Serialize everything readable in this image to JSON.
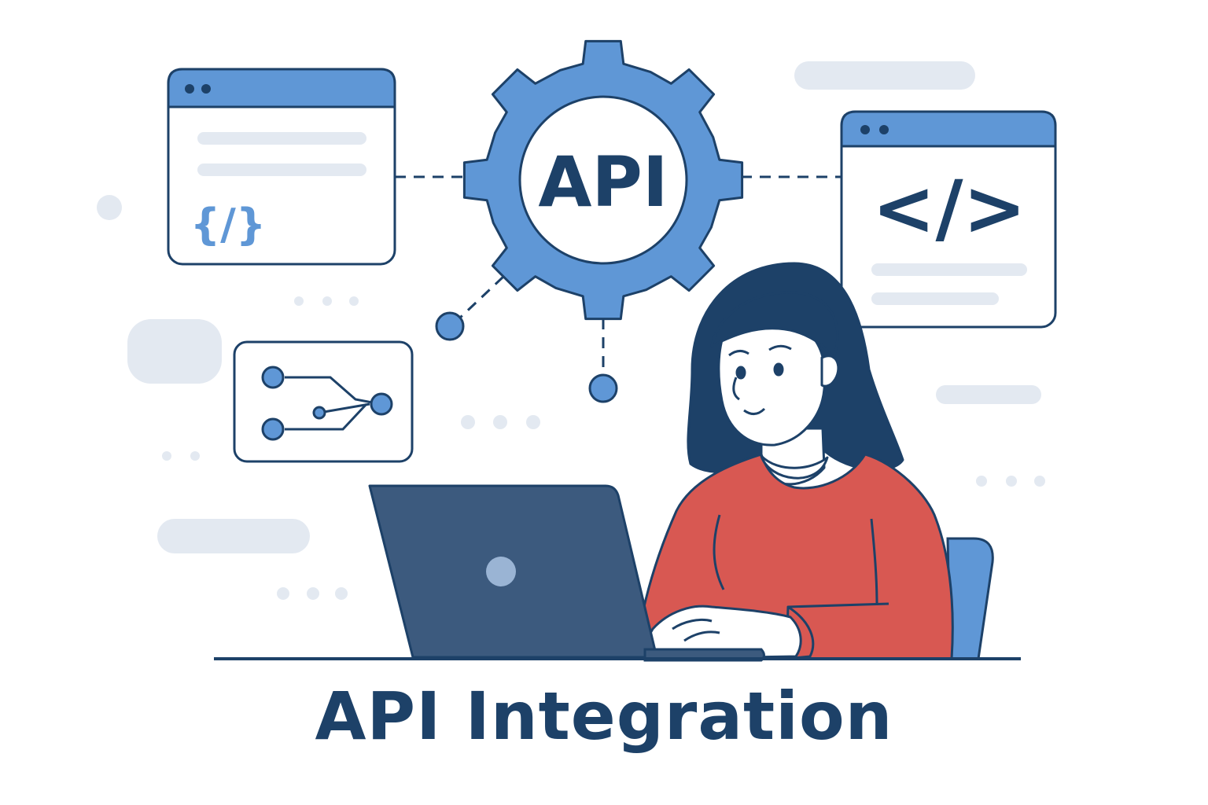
{
  "gear": {
    "label": "API"
  },
  "code_window": {
    "label": "</>"
  },
  "brace_window": {
    "label": "{/}"
  },
  "caption": {
    "title": "API Integration"
  },
  "icons": {
    "gear": "gear-icon",
    "browser_left": "browser-window-icon",
    "browser_right": "code-window-icon",
    "network": "network-diagram-icon",
    "laptop": "laptop-icon",
    "person": "person-illustration"
  },
  "colors": {
    "navy": "#1d4168",
    "blue": "#5f97d6",
    "light_blue": "#e3e9f1",
    "red": "#d85852",
    "laptop": "#3c5a7e",
    "laptop_logo": "#9ab4d4",
    "background": "#ffffff"
  }
}
